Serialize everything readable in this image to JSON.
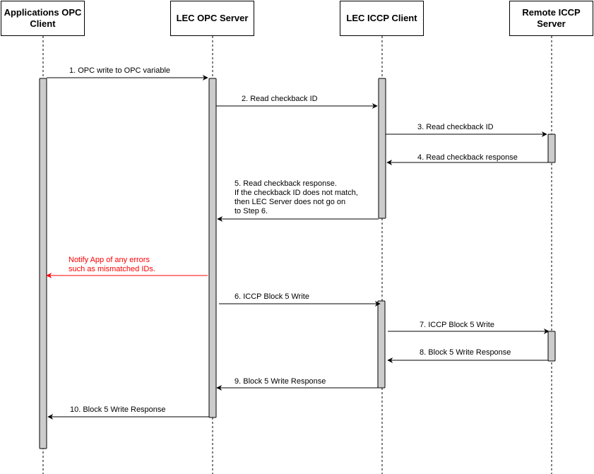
{
  "actors": [
    {
      "id": "app",
      "label": "Applications OPC\nClient"
    },
    {
      "id": "server",
      "label": "LEC OPC Server"
    },
    {
      "id": "client",
      "label": "LEC ICCP Client"
    },
    {
      "id": "remote",
      "label": "Remote ICCP\nServer"
    }
  ],
  "messages": [
    {
      "label": "1. OPC write to OPC variable",
      "from": "app",
      "to": "server"
    },
    {
      "label": "2. Read checkback ID",
      "from": "server",
      "to": "client"
    },
    {
      "label": "3. Read checkback ID",
      "from": "client",
      "to": "remote"
    },
    {
      "label": "4. Read checkback response",
      "from": "remote",
      "to": "client"
    },
    {
      "label": "5. Read checkback response.\nIf the checkback ID does not match,\nthen LEC Server does not go on\nto Step 6.",
      "from": "client",
      "to": "server"
    },
    {
      "label": "Notify App of any errors\nsuch as mismatched IDs.",
      "from": "server",
      "to": "app",
      "error": true
    },
    {
      "label": "6. ICCP Block 5 Write",
      "from": "server",
      "to": "client"
    },
    {
      "label": "7. ICCP Block 5 Write",
      "from": "client",
      "to": "remote"
    },
    {
      "label": "8. Block 5 Write Response",
      "from": "remote",
      "to": "client"
    },
    {
      "label": "9. Block 5 Write Response",
      "from": "client",
      "to": "server"
    },
    {
      "label": "10. Block 5 Write Response",
      "from": "server",
      "to": "app"
    }
  ],
  "colors": {
    "line": "#000000",
    "activation_fill": "#cccccc",
    "error": "#ff0000"
  }
}
